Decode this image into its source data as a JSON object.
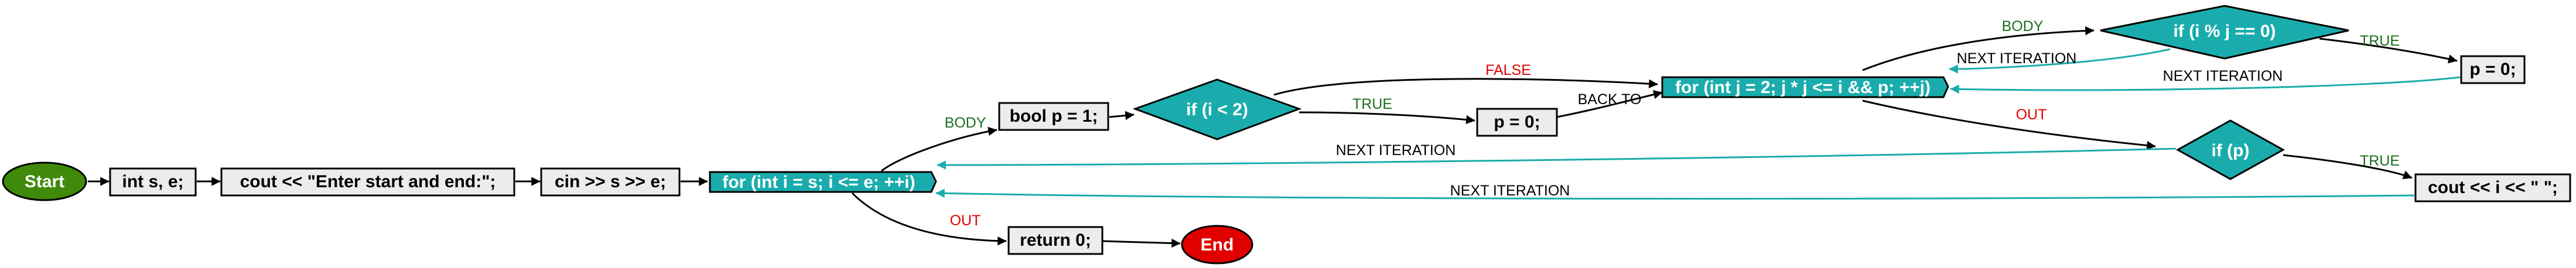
{
  "colors": {
    "start_fill": "#3f8a0a",
    "end_fill": "#e00000",
    "loop_fill": "#1aacac",
    "decision_fill": "#1aacac",
    "process_fill": "#ececec",
    "flow_edge": "#000000",
    "back_edge": "#1aacac",
    "label_body": "#1d6e1d",
    "label_true": "#1d6e1d",
    "label_false": "#e00000",
    "label_out": "#e00000",
    "label_plain": "#000000"
  },
  "nodes": {
    "start": {
      "label": "Start"
    },
    "decl": {
      "label": "int s, e;"
    },
    "prompt": {
      "label": "cout << \"Enter start and end:\";"
    },
    "input": {
      "label": "cin >> s >> e;"
    },
    "outer_loop": {
      "label": "for (int i = s; i <= e; ++i)"
    },
    "bool_p": {
      "label": "bool p = 1;"
    },
    "if_lt2": {
      "label": "if (i < 2)"
    },
    "p_zero_a": {
      "label": "p = 0;"
    },
    "inner_loop": {
      "label": "for (int j = 2; j * j <= i && p; ++j)"
    },
    "if_mod": {
      "label": "if (i % j == 0)"
    },
    "p_zero_b": {
      "label": "p = 0;"
    },
    "if_p": {
      "label": "if (p)"
    },
    "print_i": {
      "label": "cout << i << \" \";"
    },
    "ret": {
      "label": "return 0;"
    },
    "end": {
      "label": "End"
    }
  },
  "edges": {
    "outer_body": {
      "label": "BODY"
    },
    "outer_out": {
      "label": "OUT"
    },
    "lt2_false": {
      "label": "FALSE"
    },
    "lt2_true": {
      "label": "TRUE"
    },
    "back_to": {
      "label": "BACK TO"
    },
    "inner_body": {
      "label": "BODY"
    },
    "inner_out": {
      "label": "OUT"
    },
    "mod_true": {
      "label": "TRUE"
    },
    "mod_next": {
      "label": "NEXT ITERATION"
    },
    "p0_next": {
      "label": "NEXT ITERATION"
    },
    "ifp_next": {
      "label": "NEXT ITERATION"
    },
    "ifp_true": {
      "label": "TRUE"
    },
    "print_next": {
      "label": "NEXT ITERATION"
    }
  }
}
